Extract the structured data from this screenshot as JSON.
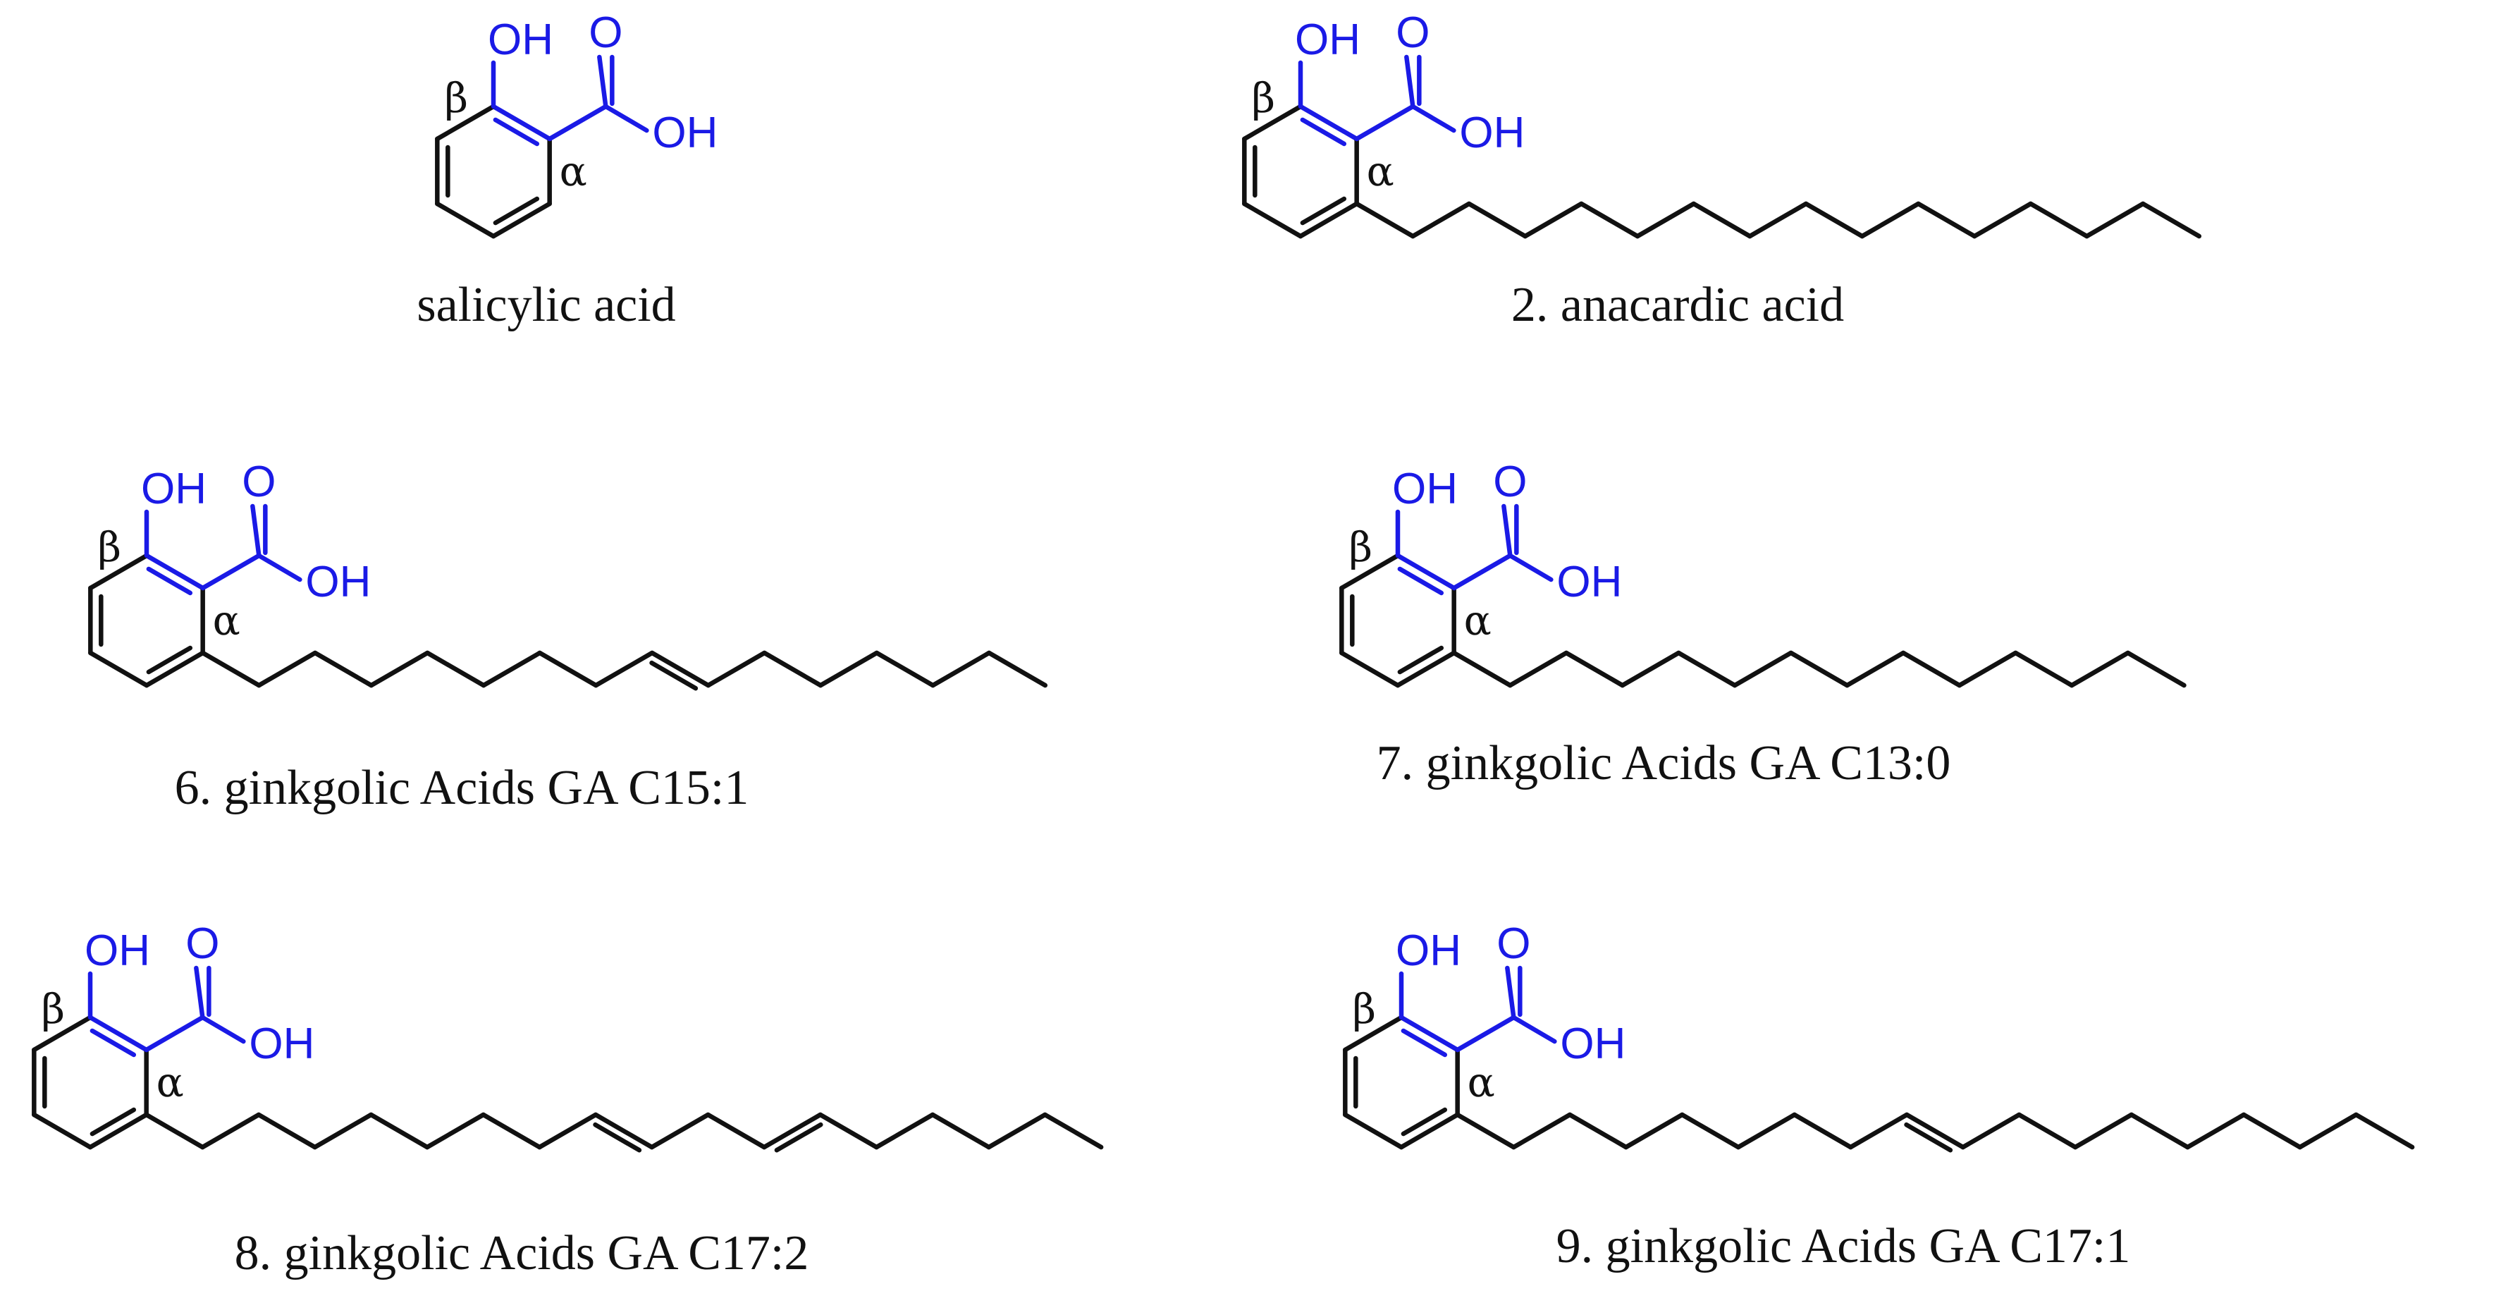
{
  "labels": {
    "hydroxyl": "OH",
    "carbonyl_oxygen": "O",
    "acid_hydroxyl": "OH",
    "alpha": "α",
    "beta": "β"
  },
  "colors": {
    "pharmacophore": "#1a1ae6",
    "skeleton": "#111111"
  },
  "molecules": [
    {
      "id": "salicylic",
      "caption": "salicylic acid",
      "chain_length": 0,
      "double_bonds_after_bond": []
    },
    {
      "id": "anacardic",
      "caption": "2. anacardic acid",
      "chain_length": 15,
      "double_bonds_after_bond": []
    },
    {
      "id": "ga-c15-1",
      "caption": "6. ginkgolic Acids GA C15:1",
      "chain_length": 15,
      "double_bonds_after_bond": [
        8
      ]
    },
    {
      "id": "ga-c13-0",
      "caption": "7. ginkgolic Acids GA C13:0",
      "chain_length": 13,
      "double_bonds_after_bond": []
    },
    {
      "id": "ga-c17-2",
      "caption": "8. ginkgolic Acids GA C17:2",
      "chain_length": 17,
      "double_bonds_after_bond": [
        8,
        11
      ]
    },
    {
      "id": "ga-c17-1",
      "caption": "9. ginkgolic Acids GA C17:1",
      "chain_length": 17,
      "double_bonds_after_bond": [
        8
      ]
    }
  ]
}
